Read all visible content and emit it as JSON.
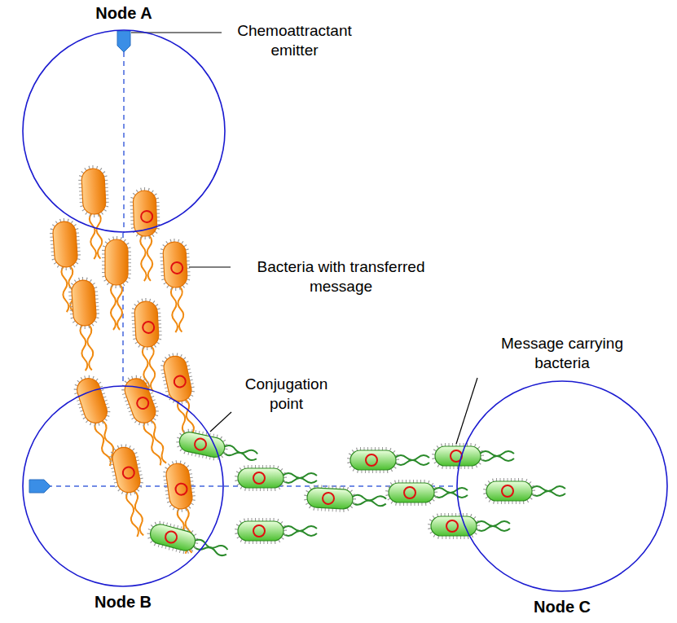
{
  "diagram": {
    "nodes": [
      {
        "text": [
          "Node A"
        ]
      },
      {
        "text": [
          "Node B"
        ]
      },
      {
        "text": [
          "Node C"
        ]
      }
    ],
    "edges": [
      {
        "from": 0,
        "to": 1,
        "arrow": "none"
      },
      {
        "from": 1,
        "to": 2,
        "arrow": "none"
      }
    ],
    "labels": [
      "Chemoattractant emitter",
      "Bacteria with transferred message",
      "Conjugation point",
      "Message carrying bacteria"
    ]
  }
}
